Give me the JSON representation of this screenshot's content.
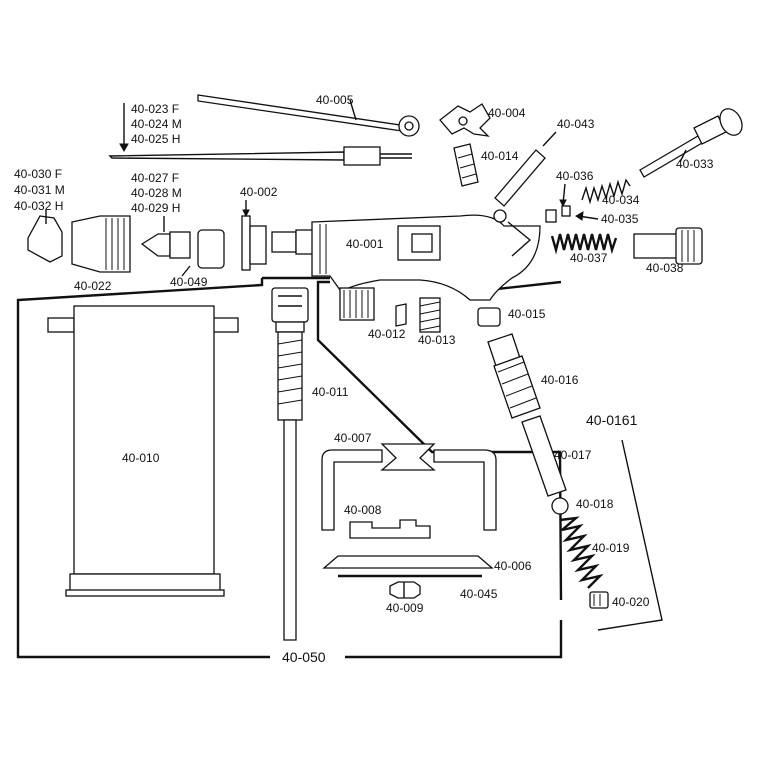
{
  "colors": {
    "ink": "#111111",
    "paper": "#ffffff"
  },
  "labels": {
    "p40_005": "40-005",
    "p40_023": "40-023 F",
    "p40_024": "40-024 M",
    "p40_025": "40-025 H",
    "p40_004": "40-004",
    "p40_014": "40-014",
    "p40_043": "40-043",
    "p40_033": "40-033",
    "p40_036": "40-036",
    "p40_034": "40-034",
    "p40_035": "40-035",
    "p40_037": "40-037",
    "p40_038": "40-038",
    "p40_030": "40-030 F",
    "p40_031": "40-031 M",
    "p40_032": "40-032 H",
    "p40_027": "40-027 F",
    "p40_028": "40-028 M",
    "p40_029": "40-029 H",
    "p40_002": "40-002",
    "p40_001": "40-001",
    "p40_022": "40-022",
    "p40_049": "40-049",
    "p40_012": "40-012",
    "p40_013": "40-013",
    "p40_015": "40-015",
    "p40_016": "40-016",
    "p40_0161": "40-0161",
    "p40_017": "40-017",
    "p40_018": "40-018",
    "p40_019": "40-019",
    "p40_020": "40-020",
    "p40_011": "40-011",
    "p40_010": "40-010",
    "p40_007": "40-007",
    "p40_008": "40-008",
    "p40_006": "40-006",
    "p40_009": "40-009",
    "p40_045": "40-045",
    "p40_050": "40-050"
  }
}
